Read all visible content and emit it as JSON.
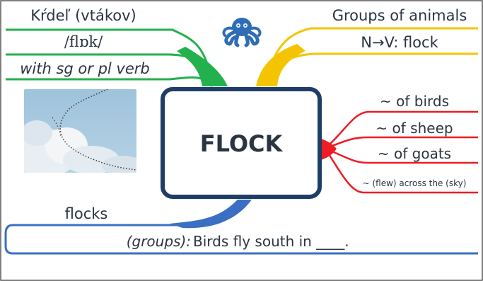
{
  "central": {
    "label": "FLOCK"
  },
  "branches": {
    "vocab": {
      "color": "#22b14c",
      "items": [
        "Kŕdeľ (vtákov)",
        "/flɒk/",
        "with sg or pl verb"
      ]
    },
    "groups": {
      "color": "#f5c400",
      "items": [
        "Groups of animals",
        "N→V: flock"
      ]
    },
    "collocations": {
      "color": "#ee1c24",
      "items": [
        "~ of birds",
        "~ of sheep",
        "~ of goats",
        "~ (flew) across the (sky)"
      ]
    },
    "plural": {
      "color": "#3a6fc4",
      "label": "flocks",
      "example_prefix": "(groups):",
      "example_text": "Birds fly south in ____."
    }
  },
  "logo": {
    "icon": "octopus-icon",
    "color": "#2f6db5"
  },
  "photo": {
    "subject": "flock of birds flying over clouds"
  }
}
